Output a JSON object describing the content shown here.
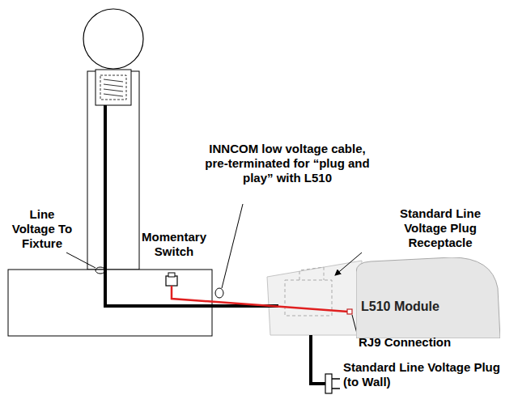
{
  "diagram": {
    "nodes": [
      {
        "text": [
          "L510 Module"
        ]
      }
    ],
    "labels": [
      "INNCOM low voltage cable, pre-terminated for “plug and play” with L510",
      "Standard Line Voltage Plug Receptacle",
      "Line Voltage To Fixture",
      "Momentary Switch",
      "RJ9 Connection",
      "Standard Line Voltage Plug (to Wall)"
    ]
  }
}
